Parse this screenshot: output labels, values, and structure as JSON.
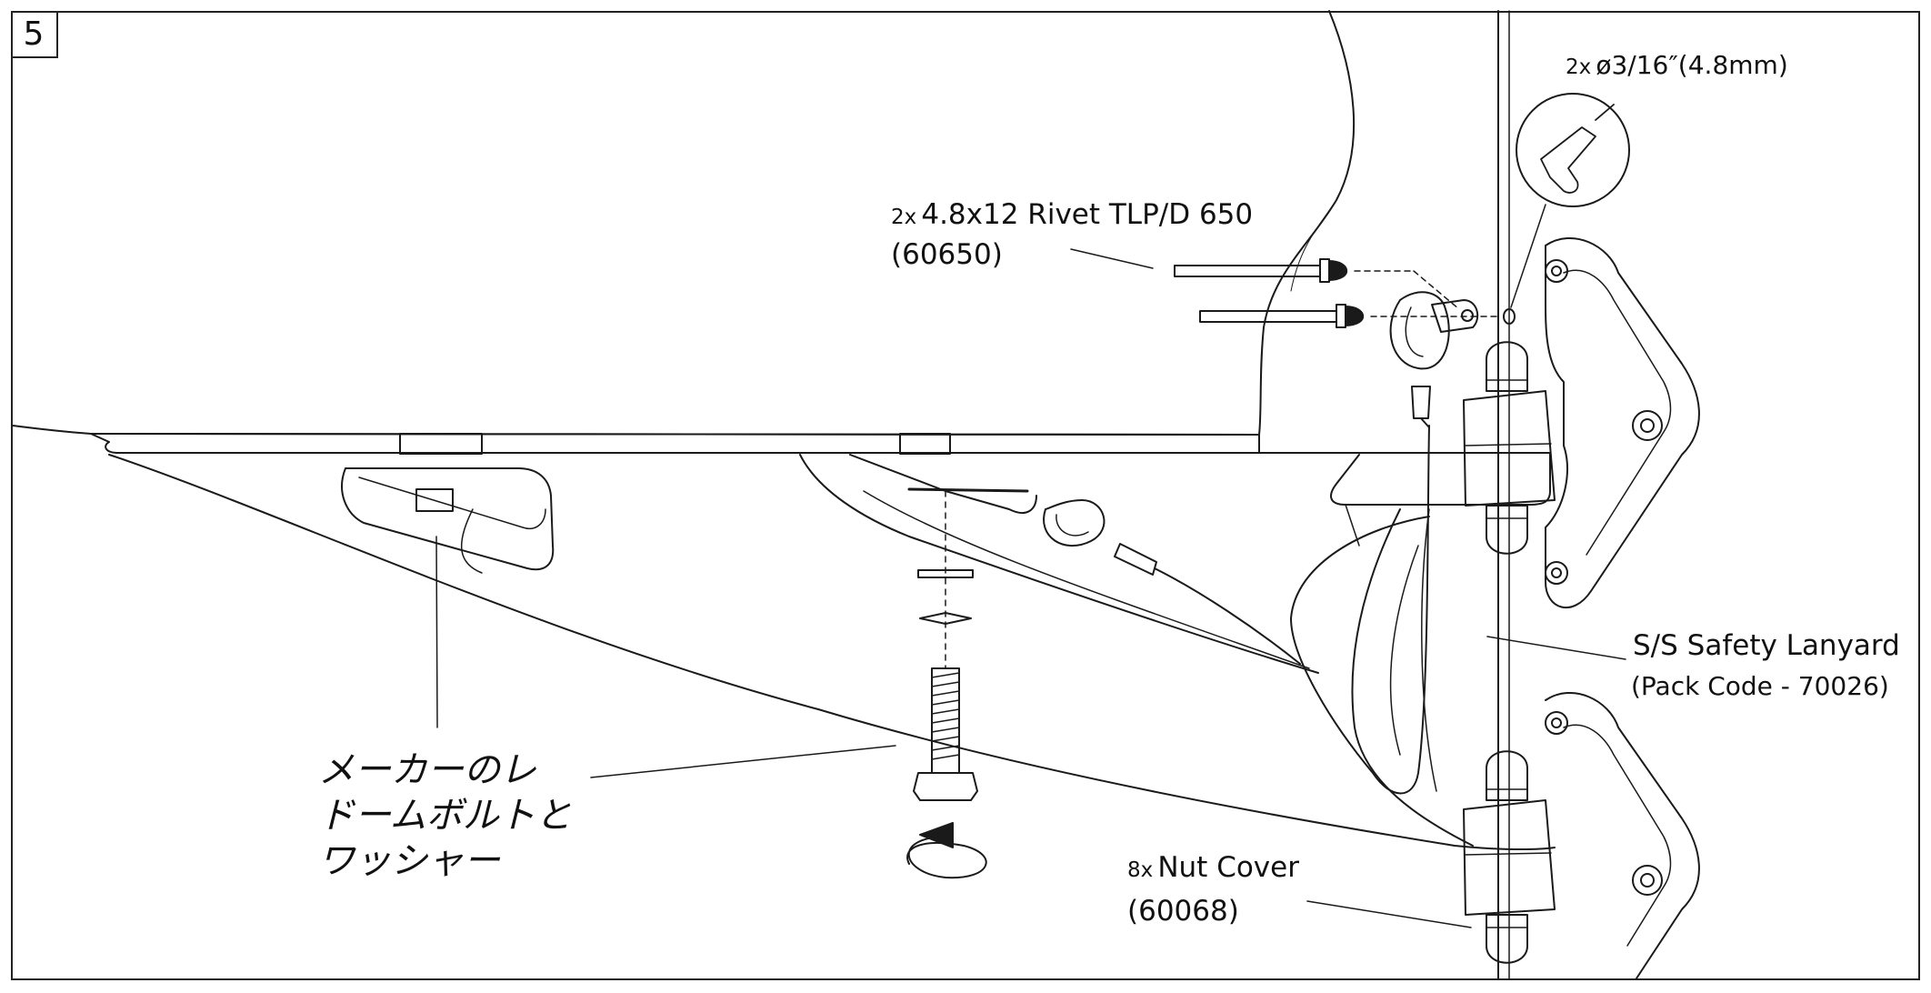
{
  "step_number": "5",
  "drill": {
    "qty": "2x",
    "size": "ø3/16″(4.8mm)",
    "icon": "drill-icon"
  },
  "rivet": {
    "qty": "2x",
    "name": "4.8x12 Rivet TLP/D 650",
    "code": "(60650)"
  },
  "lanyard": {
    "name": "S/S Safety Lanyard",
    "code": "(Pack Code - 70026)"
  },
  "nut_cover": {
    "qty": "8x",
    "name": "Nut Cover",
    "code": "(60068)"
  },
  "maker_bolt": {
    "line1": "メーカーのレ",
    "line2": "ドームボルトと",
    "line3": "ワッシャー"
  },
  "colors": {
    "line": "#1a1a1a",
    "background": "#ffffff"
  }
}
